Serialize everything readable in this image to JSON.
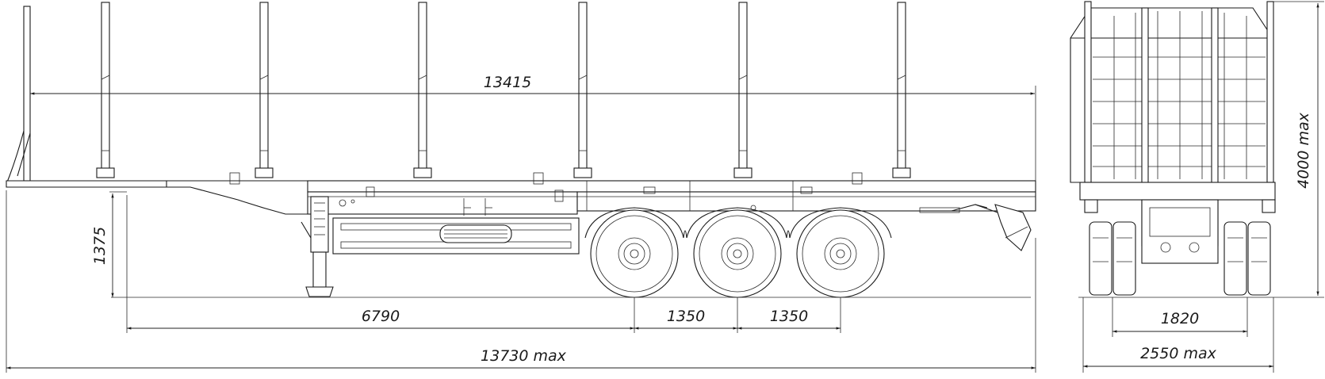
{
  "dimensions": {
    "platform_length": "13415",
    "fifth_wheel_height": "1375",
    "kingpin_to_axle": "6790",
    "axle_spacing_1": "1350",
    "axle_spacing_2": "1350",
    "overall_length": "13730 max",
    "overall_height": "4000 max",
    "track_width": "1820",
    "overall_width": "2550 max"
  }
}
